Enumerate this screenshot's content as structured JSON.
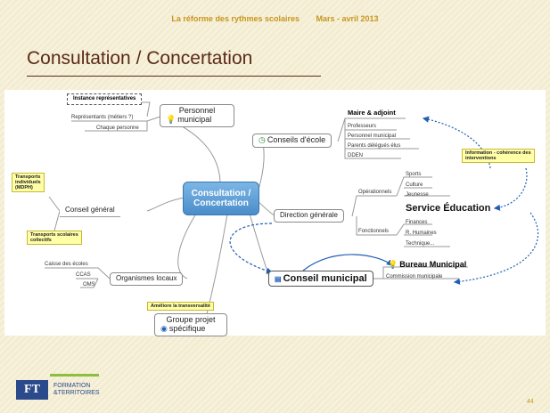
{
  "header": {
    "subject": "La réforme des rythmes scolaires",
    "date": "Mars - avril 2013"
  },
  "title": "Consultation / Concertation",
  "mindmap": {
    "center": {
      "line1": "Consultation /",
      "line2": "Concertation"
    },
    "personnel": {
      "line1": "Personnel",
      "line2": "municipal",
      "instance": "Instance représentatives",
      "representants": "Représentants (métiers ?)",
      "chaque": "Chaque personne"
    },
    "conseil_general": {
      "label": "Conseil général",
      "transports_individuels": [
        "Transports",
        "individuels",
        "(MDPH)"
      ],
      "transports_collectifs": [
        "Transports scolaires",
        "collectifs"
      ]
    },
    "organismes": {
      "label": "Organismes locaux",
      "items": [
        "Caisse des écoles",
        "CCAS",
        "OMS"
      ]
    },
    "groupe": {
      "line1": "Groupe projet",
      "line2": "spécifique",
      "note": "Améliore la transversalité"
    },
    "conseils_ecole": {
      "label": "Conseils d'école",
      "maire": "Maire & adjoint",
      "items": [
        "Professeurs",
        "Personnel municipal",
        "Parents délégués élus",
        "DDEN"
      ]
    },
    "direction": {
      "label": "Direction générale",
      "operationnels": "Opérationnels",
      "op_items": [
        "Sports",
        "Culture",
        "Jeunesse"
      ],
      "fonctionnels": "Fonctionnels",
      "fn_items": [
        "Finances",
        "R. Humaines",
        "Technique..."
      ]
    },
    "service": "Service Éducation",
    "information": [
      "Information - cohérence des",
      "interventions"
    ],
    "conseil_municipal": "Conseil municipal",
    "bureau": "Bureau Municipal",
    "commission": "Commission municipale"
  },
  "logo": {
    "initials": "FT",
    "line1": "FORMATION",
    "line2": "&TERRITOIRES"
  },
  "page_number": "44"
}
